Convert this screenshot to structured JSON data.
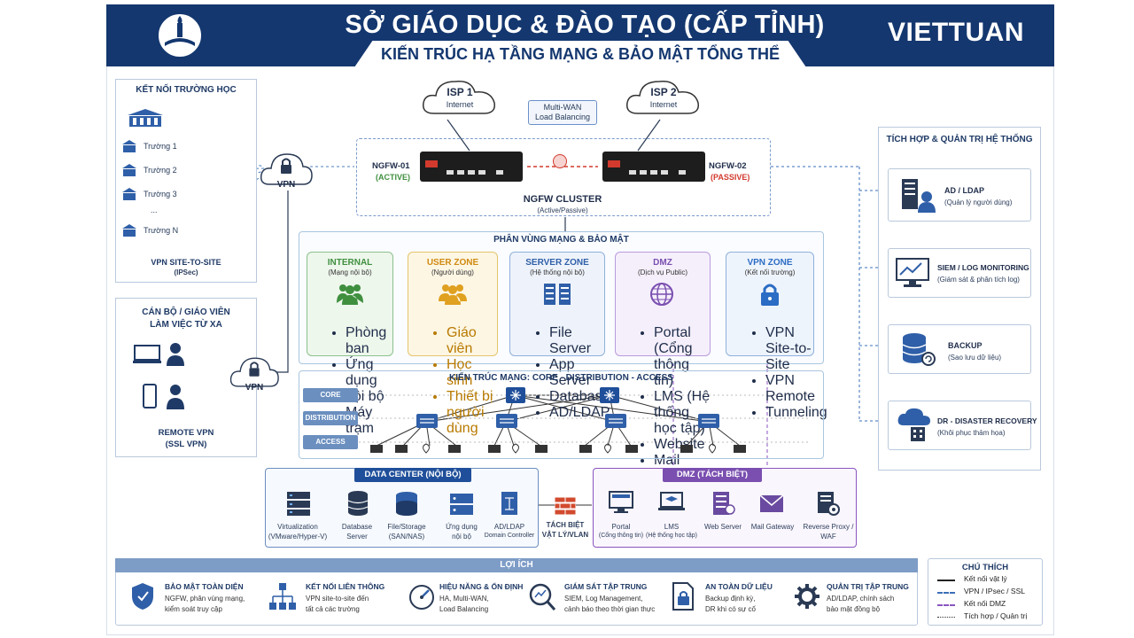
{
  "header": {
    "title": "SỞ GIÁO DỤC & ĐÀO TẠO (CẤP TỈNH)",
    "subtitle": "KIẾN TRÚC HẠ TẦNG MẠNG & BẢO MẬT TỔNG THỂ",
    "brand": "VIETTUAN"
  },
  "isp": {
    "isp1_name": "ISP 1",
    "isp1_sub": "Internet",
    "isp2_name": "ISP 2",
    "isp2_sub": "Internet",
    "multiwan_1": "Multi-WAN",
    "multiwan_2": "Load Balancing"
  },
  "ngfw": {
    "fw1_name": "NGFW-01",
    "fw1_state": "(ACTIVE)",
    "fw2_name": "NGFW-02",
    "fw2_state": "(PASSIVE)",
    "cluster": "NGFW CLUSTER",
    "cluster_sub": "(Active/Passive)"
  },
  "schools": {
    "title": "KẾT NỐI TRƯỜNG HỌC",
    "items": [
      "Trường 1",
      "Trường 2",
      "Trường 3",
      "...",
      "Trường N"
    ],
    "footer_1": "VPN SITE-TO-SITE",
    "footer_2": "(IPSec)",
    "vpn": "VPN"
  },
  "remote": {
    "title_1": "CÁN BỘ / GIÁO VIÊN",
    "title_2": "LÀM VIỆC TỪ XA",
    "vpn": "VPN",
    "footer_1": "REMOTE VPN",
    "footer_2": "(SSL VPN)"
  },
  "zones": {
    "title": "PHÂN VÙNG MẠNG & BẢO MẬT",
    "internal": {
      "name": "INTERNAL",
      "sub": "(Mạng nội bộ)",
      "items": [
        "Phòng ban",
        "Ứng dụng nội bộ",
        "Máy trạm"
      ]
    },
    "user": {
      "name": "USER ZONE",
      "sub": "(Người dùng)",
      "items": [
        "Giáo viên",
        "Học sinh",
        "Thiết bị người dùng"
      ]
    },
    "server": {
      "name": "SERVER ZONE",
      "sub": "(Hệ thống nội bộ)",
      "items": [
        "File Server",
        "App Server",
        "Database",
        "AD/LDAP"
      ]
    },
    "dmz": {
      "name": "DMZ",
      "sub": "(Dịch vụ Public)",
      "items": [
        "Portal (Cổng thông tin)",
        "LMS (Hệ thống học tập)",
        "Website",
        "Mail Gateway"
      ]
    },
    "vpn": {
      "name": "VPN ZONE",
      "sub": "(Kết nối trường)",
      "items": [
        "VPN Site-to-Site",
        "VPN Remote",
        "Tunneling"
      ]
    }
  },
  "arch": {
    "title": "KIẾN TRÚC MẠNG: CORE - DISTRIBUTION - ACCESS",
    "core": "CORE",
    "distribution": "DISTRIBUTION",
    "access": "ACCESS"
  },
  "integration": {
    "title": "TÍCH HỢP & QUẢN TRỊ HỆ THỐNG",
    "items": [
      {
        "name": "AD / LDAP",
        "sub": "(Quản lý người dùng)"
      },
      {
        "name": "SIEM / LOG MONITORING",
        "sub": "(Giám sát & phân tích log)"
      },
      {
        "name": "BACKUP",
        "sub": "(Sao lưu dữ liệu)"
      },
      {
        "name": "DR - DISASTER RECOVERY",
        "sub": "(Khôi phục thảm họa)"
      }
    ]
  },
  "datacenter": {
    "title": "DATA CENTER (NỘI BỘ)",
    "items": [
      {
        "l1": "Virtualization",
        "l2": "(VMware/Hyper-V)"
      },
      {
        "l1": "Database",
        "l2": "Server"
      },
      {
        "l1": "File/Storage",
        "l2": "(SAN/NAS)"
      },
      {
        "l1": "Ứng dụng",
        "l2": "nội bộ"
      },
      {
        "l1": "AD/LDAP",
        "l2": "Domain Controller"
      }
    ]
  },
  "separator": {
    "l1": "TÁCH BIỆT",
    "l2": "VẬT LÝ/VLAN"
  },
  "dmzbox": {
    "title": "DMZ (TÁCH BIỆT)",
    "items": [
      {
        "l1": "Portal",
        "l2": "(Cổng thông tin)"
      },
      {
        "l1": "LMS",
        "l2": "(Hệ thống học tập)"
      },
      {
        "l1": "Web Server",
        "l2": ""
      },
      {
        "l1": "Mail Gateway",
        "l2": ""
      },
      {
        "l1": "Reverse Proxy /",
        "l2": "WAF"
      }
    ]
  },
  "benefits": {
    "title": "LỢI ÍCH",
    "items": [
      {
        "t": "BẢO MẬT TOÀN DIỆN",
        "d1": "NGFW, phân vùng mạng,",
        "d2": "kiểm soát truy cập",
        "d3": ""
      },
      {
        "t": "KẾT NỐI LIÊN THÔNG",
        "d1": "VPN site-to-site đến",
        "d2": "tất cả các trường",
        "d3": ""
      },
      {
        "t": "HIỆU NĂNG & ỔN ĐỊNH",
        "d1": "HA, Multi-WAN,",
        "d2": "Load Balancing",
        "d3": ""
      },
      {
        "t": "GIÁM SÁT TẬP TRUNG",
        "d1": "SIEM, Log Management,",
        "d2": "cảnh báo theo thời gian thực",
        "d3": ""
      },
      {
        "t": "AN TOÀN DỮ LIỆU",
        "d1": "Backup định kỳ,",
        "d2": "DR khi có sự cố",
        "d3": ""
      },
      {
        "t": "QUẢN TRỊ TẬP TRUNG",
        "d1": "AD/LDAP, chính sách",
        "d2": "bảo mật đồng bộ",
        "d3": ""
      }
    ]
  },
  "legend": {
    "title": "CHÚ THÍCH",
    "items": [
      "Kết nối vật lý",
      "VPN / IPsec / SSL",
      "Kết nối DMZ",
      "Tích hợp / Quản trị"
    ]
  },
  "colors": {
    "navy": "#14376f",
    "internal": "#3f8f3f",
    "user": "#e0a020",
    "server": "#2f5fa8",
    "dmz": "#7a4fb0",
    "vpn": "#2b6cc4",
    "red": "#d23a2e"
  }
}
